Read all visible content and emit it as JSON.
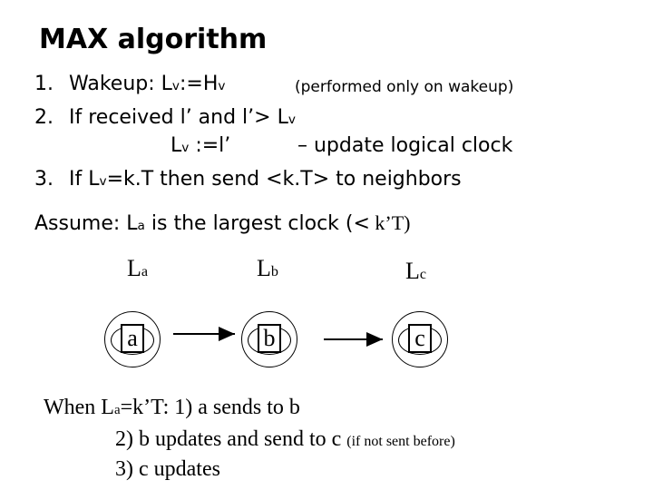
{
  "title": "MAX algorithm",
  "steps": [
    {
      "num": "1.",
      "text_a": "Wakeup: L",
      "sub_a": "v",
      "text_b": ":=H",
      "sub_b": "v",
      "note": "(performed only on wakeup)"
    },
    {
      "num": "2.",
      "text_a": "If received l’ and l’> L",
      "sub_a": "v"
    },
    {
      "indent_a": "L",
      "sub_a": "v",
      "text_b": " :=l’",
      "note": "– update logical clock"
    },
    {
      "num": "3.",
      "text_a": "If L",
      "sub_a": "v",
      "text_b": "=k.T then send <k.T> to neighbors"
    }
  ],
  "assume": {
    "prefix": "Assume: L",
    "sub": "a",
    "text": " is the largest clock (<",
    "serif_tail": " k’T)"
  },
  "nodes": [
    {
      "label": "L",
      "sub": "a",
      "name": "a"
    },
    {
      "label": "L",
      "sub": "b",
      "name": "b"
    },
    {
      "label": "L",
      "sub": "c",
      "name": "c"
    }
  ],
  "bottom": {
    "line1_a": "When L",
    "line1_sub": "a",
    "line1_b": "=k’T:  1) a sends to b",
    "line2": "2) b updates and send to c",
    "line2_small": "(if not sent before)",
    "line3": "3) c updates"
  }
}
